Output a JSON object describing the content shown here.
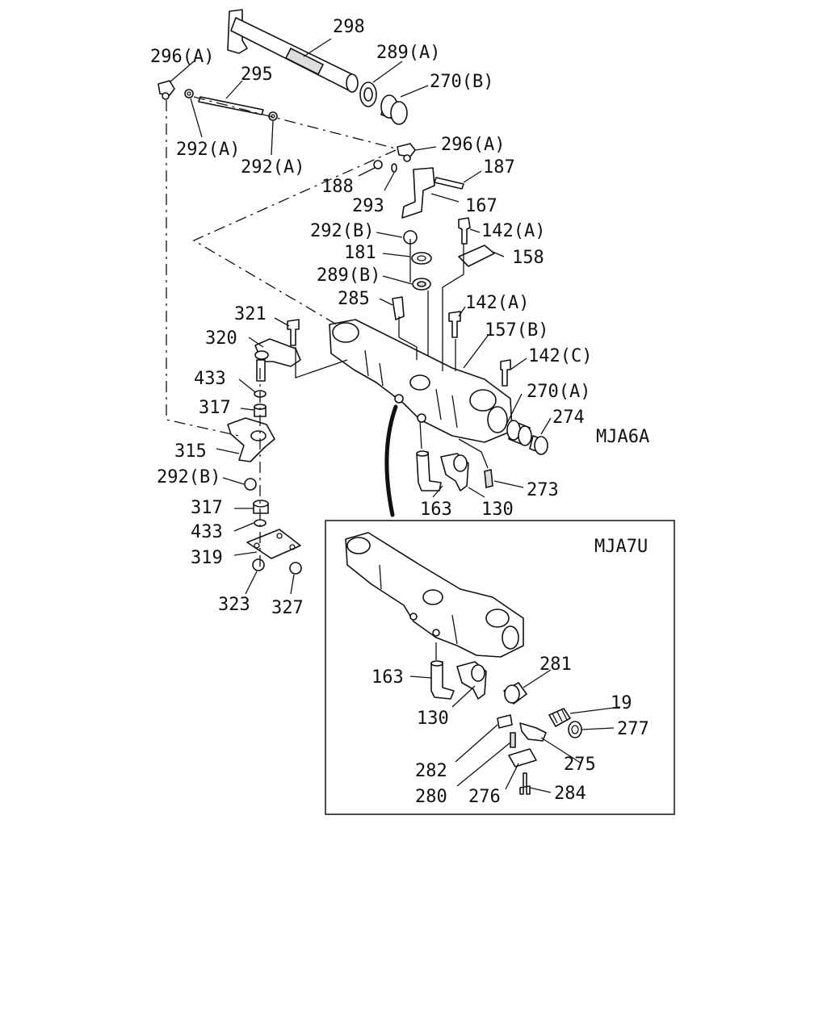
{
  "labels": {
    "l298": "298",
    "l296a_top": "296(A)",
    "l289a": "289(A)",
    "l295": "295",
    "l270b": "270(B)",
    "l292a_left": "292(A)",
    "l292a_mid": "292(A)",
    "l296a_mid": "296(A)",
    "l188": "188",
    "l187": "187",
    "l293": "293",
    "l167": "167",
    "l292b_top": "292(B)",
    "l142a_top": "142(A)",
    "l181": "181",
    "l158": "158",
    "l289b": "289(B)",
    "l285": "285",
    "l142a_mid": "142(A)",
    "l321": "321",
    "l157b": "157(B)",
    "l320": "320",
    "l142c": "142(C)",
    "l433_top": "433",
    "l270a": "270(A)",
    "l317_top": "317",
    "l274": "274",
    "l315": "315",
    "l292b_low": "292(B)",
    "l273": "273",
    "l163": "163",
    "l130": "130",
    "l317_low": "317",
    "l433_low": "433",
    "l319": "319",
    "l323": "323",
    "l327": "327"
  },
  "codes": {
    "main": "MJA6A",
    "inset": "MJA7U"
  },
  "inset_labels": {
    "l281": "281",
    "l163": "163",
    "l19": "19",
    "l130": "130",
    "l277": "277",
    "l282": "282",
    "l275": "275",
    "l280": "280",
    "l276": "276",
    "l284": "284"
  }
}
